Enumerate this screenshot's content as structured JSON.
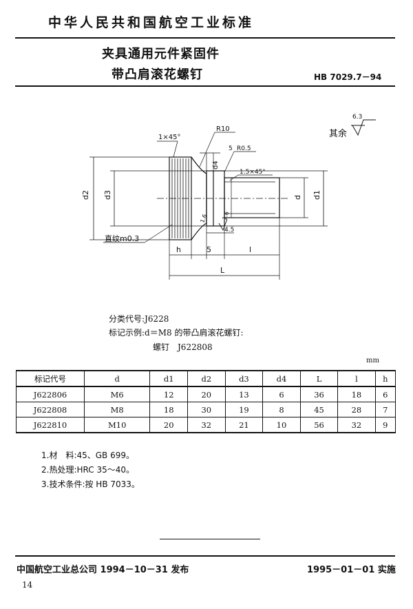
{
  "header": {
    "standard_title": "中华人民共和国航空工业标准",
    "doc_title_line1": "夹具通用元件紧固件",
    "doc_title_line2": "带凸肩滚花螺钉",
    "doc_code": "HB 7029.7－94"
  },
  "drawing": {
    "surface_note": "其余",
    "surface_value": "6.3",
    "labels": {
      "chamfer_top": "1×45°",
      "radius": "R10",
      "dim_s_top": "5",
      "radius_small": "R0.5",
      "chamfer_thread": "1.5×45°",
      "d2": "d2",
      "d3": "d3",
      "d4": "d4",
      "d": "d",
      "d1": "d1",
      "roughness_a": "1.6",
      "roughness_b": "1.6",
      "dim_45": "4.5",
      "knurl": "直纹m0.3",
      "h": "h",
      "s5": "5",
      "l": "l",
      "L": "L"
    }
  },
  "classification": {
    "code_line": "分类代号:J6228",
    "example_line": "标记示例:d＝M8 的带凸肩滚花螺钉:",
    "example_value": "螺钉　J622808"
  },
  "table": {
    "unit": "mm",
    "headers": [
      "标记代号",
      "d",
      "d1",
      "d2",
      "d3",
      "d4",
      "L",
      "l",
      "h"
    ],
    "rows": [
      [
        "J622806",
        "M6",
        "12",
        "20",
        "13",
        "6",
        "36",
        "18",
        "6"
      ],
      [
        "J622808",
        "M8",
        "18",
        "30",
        "19",
        "8",
        "45",
        "28",
        "7"
      ],
      [
        "J622810",
        "M10",
        "20",
        "32",
        "21",
        "10",
        "56",
        "32",
        "9"
      ]
    ]
  },
  "notes": [
    "1.材　料:45、GB 699。",
    "2.热处理:HRC 35～40。",
    "3.技术条件:按 HB 7033。"
  ],
  "footer": {
    "issuer": "中国航空工业总公司 1994－10－31 发布",
    "effective": "1995－01－01 实施",
    "page_number": "14"
  }
}
